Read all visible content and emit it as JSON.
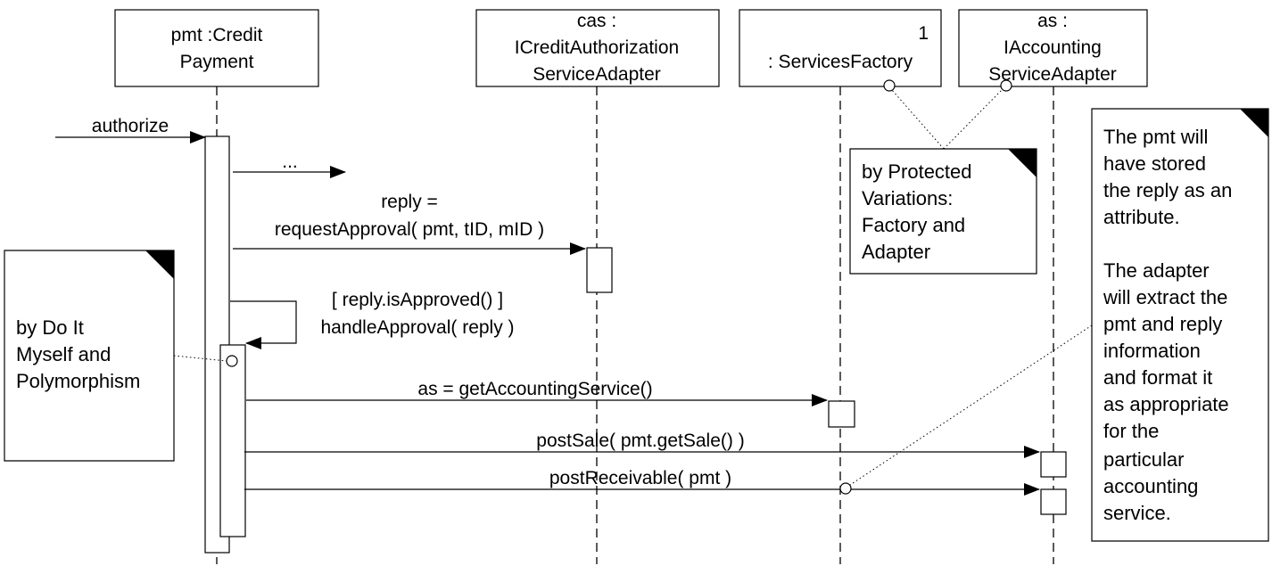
{
  "participants": [
    {
      "id": "pmt",
      "lines": [
        "pmt :Credit",
        "Payment"
      ]
    },
    {
      "id": "cas",
      "lines": [
        "cas :",
        "ICreditAuthorization",
        "ServiceAdapter"
      ]
    },
    {
      "id": "factory",
      "multiplicity": "1",
      "lines": [
        ": ServicesFactory"
      ]
    },
    {
      "id": "as",
      "lines": [
        "as :",
        "IAccounting",
        "ServiceAdapter"
      ]
    }
  ],
  "messages": {
    "authorize": "authorize",
    "ellipsis": "...",
    "request_line1": "reply =",
    "request_line2": "requestApproval( pmt, tID, mID )",
    "handle_line1": "[ reply.isApproved() ]",
    "handle_line2": "handleApproval( reply )",
    "get_accounting": "as = getAccountingService()",
    "post_sale": "postSale( pmt.getSale() )",
    "post_receivable": "postReceivable( pmt )"
  },
  "notes": {
    "do_it_myself": [
      "by Do It",
      "Myself and",
      "Polymorphism"
    ],
    "protected_variations": [
      "by Protected",
      "Variations:",
      "Factory and",
      "Adapter"
    ],
    "adapter": [
      "The pmt will",
      "have stored",
      "the reply as an",
      "attribute.",
      "",
      "The adapter",
      "will extract the",
      "pmt and reply",
      "information",
      "and format it",
      "as appropriate",
      "for the",
      "particular",
      "accounting",
      "service."
    ]
  }
}
